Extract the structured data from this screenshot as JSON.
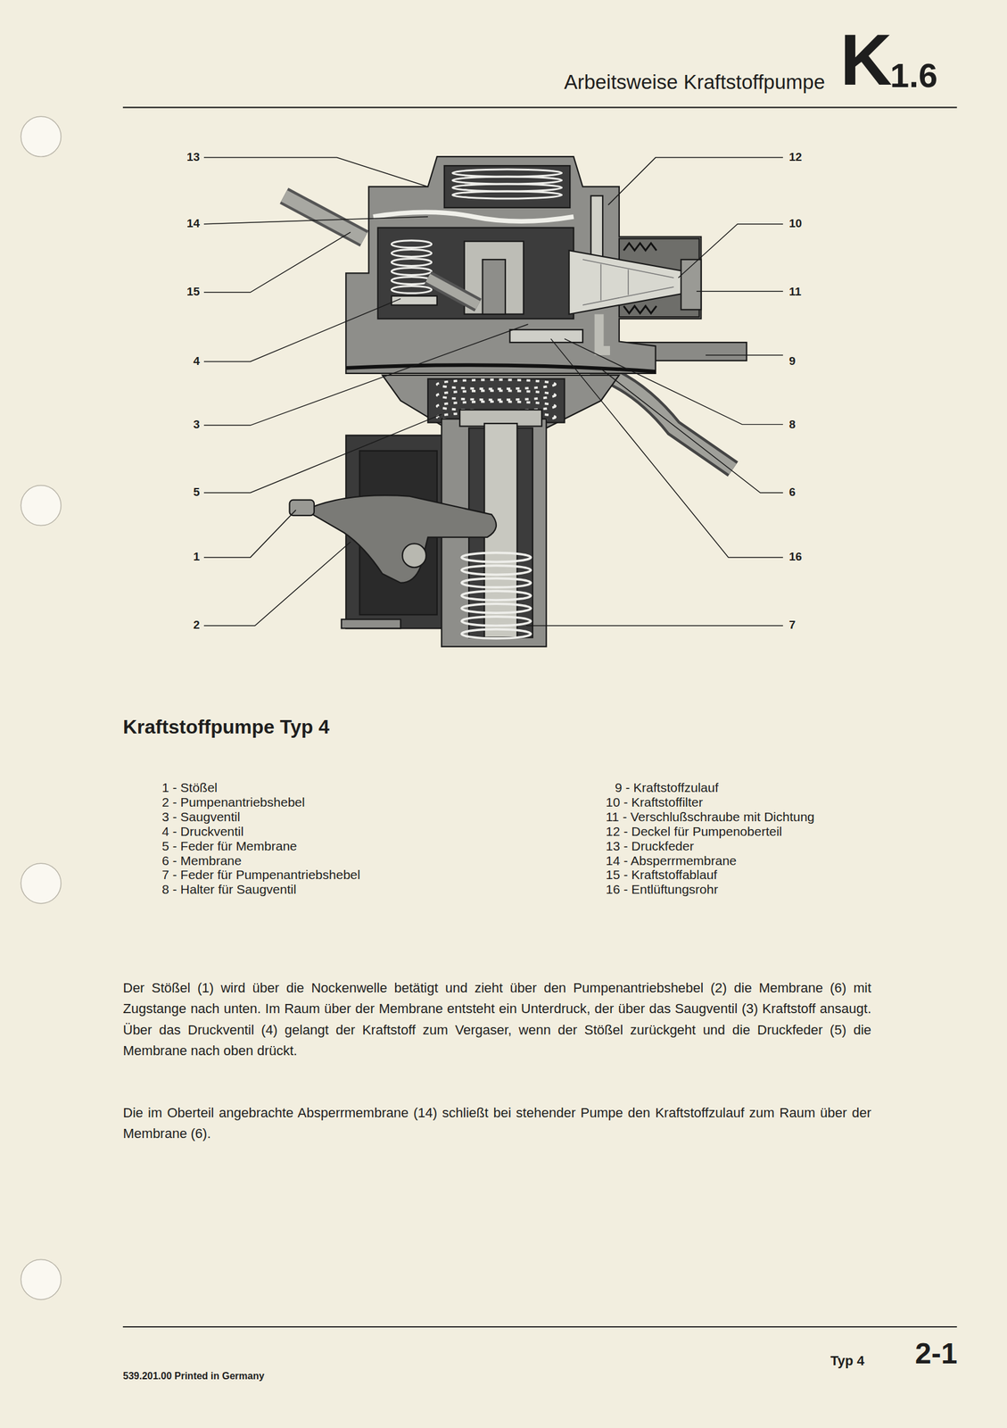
{
  "diagram": {
    "title": "Arbeitsweise Kraftstoffpumpe",
    "caption": "Kraftstoffpumpe Typ 4",
    "labels": [
      "K",
      "1.6",
      "13",
      "14",
      "15",
      "4",
      "3",
      "5",
      "1",
      "2",
      "12",
      "10",
      "11",
      "9",
      "8",
      "6",
      "16",
      "7",
      "1 - Stößel",
      "2 - Pumpenantriebshebel",
      "3 - Saugventil",
      "4 - Druckventil",
      "5 - Feder für Membrane",
      "6 - Membrane",
      "7 - Feder für Pumpenantriebshebel",
      "8 - Halter für Saugventil",
      "9 - Kraftstoffzulauf",
      "10 - Kraftstoffilter",
      "11 - Verschlußschraube mit Dichtung",
      "12 - Deckel für Pumpenoberteil",
      "13 - Druckfeder",
      "14 - Absperrmembrane",
      "15 - Kraftstoffablauf",
      "16 - Entlüftungsrohr",
      "Der Stößel (1) wird über die Nockenwelle betätigt und zieht über den Pumpenantriebshebel (2) die Membrane (6) mit Zugstange nach unten. Im Raum über der Membrane entsteht ein Unterdruck, der über das Saugventil (3) Kraftstoff ansaugt. Über das Druckventil (4) gelangt der Kraftstoff zum Vergaser, wenn der Stößel zurückgeht und die Druckfeder (5) die Membrane nach oben drückt.",
      "Die im Oberteil angebrachte Absperrmembrane (14) schließt bei stehender Pumpe den Kraftstoffzulauf zum Raum über der Membrane (6).",
      "539.201.00 Printed in Germany",
      "Typ 4",
      "2-1"
    ]
  }
}
